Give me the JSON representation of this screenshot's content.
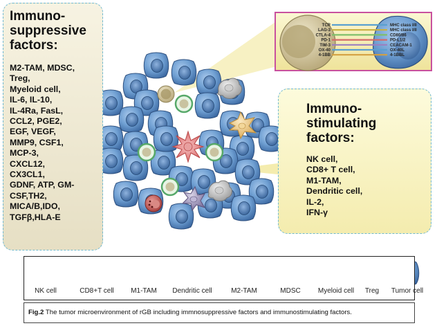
{
  "suppressive": {
    "title": "Immuno-\nsuppressive\nfactors:",
    "items": [
      "M2-TAM, MDSC,",
      "Treg,",
      "Myeloid cell,",
      "IL-6, IL-10,",
      "IL-4Ra, FasL,",
      "CCL2, PGE2,",
      "EGF, VEGF,",
      "MMP9, CSF1,",
      "MCP-3,",
      "CXCL12,",
      "CX3CL1,",
      "GDNF, ATP, GM-",
      "CSF,TH2,",
      "MICA/B,IDO,",
      "TGFβ,HLA-E"
    ]
  },
  "stimulating": {
    "title": "Immuno-\nstimulating\nfactors:",
    "items": [
      "NK cell,",
      "CD8+ T cell,",
      "M1-TAM,",
      "Dendritic cell,",
      "IL-2,",
      "IFN-γ"
    ]
  },
  "receptors": {
    "left": [
      "TCR",
      "LAG-3",
      "CTLA-4",
      "PD-1",
      "TIM-3",
      "OX-40",
      "4-1BB"
    ],
    "right": [
      "MHC class I/II",
      "MHC class I/II",
      "CD80/86",
      "PD-L1/2",
      "CEACAM-1",
      "OX-40L",
      "4-1BBL"
    ],
    "colors": [
      "#5aa0d0",
      "#c9b040",
      "#7fbf6a",
      "#d46a6a",
      "#9b7fc0",
      "#5aa0d0",
      "#d4a040"
    ]
  },
  "legend": {
    "items": [
      {
        "label": "NK cell",
        "icon": "nk-cell-icon"
      },
      {
        "label": "CD8+T cell",
        "icon": "cd8-t-cell-icon"
      },
      {
        "label": "M1-TAM",
        "icon": "m1-tam-icon"
      },
      {
        "label": "Dendritic cell",
        "icon": "dendritic-cell-icon"
      },
      {
        "label": "M2-TAM",
        "icon": "m2-tam-icon"
      },
      {
        "label": "MDSC",
        "icon": "mdsc-icon"
      },
      {
        "label": "Myeloid cell",
        "icon": "myeloid-cell-icon"
      },
      {
        "label": "Treg",
        "icon": "treg-icon"
      },
      {
        "label": "Tumor cell",
        "icon": "tumor-cell-icon"
      }
    ]
  },
  "caption": {
    "label": "Fig.2",
    "text": " The tumor microenvironment of rGB including immnosuppressive factors and immunostimulating factors."
  },
  "colors": {
    "tumor": "#4f7fb8",
    "nk": "#b94a48",
    "tcell": "#c9bc8a",
    "treg": "#7bc48a",
    "dendritic": "#e07a7a",
    "mdsc": "#e8c37a",
    "myeloid": "#9a8fb8",
    "m2": "#bdbdbd",
    "border": "#6fb8cf"
  }
}
